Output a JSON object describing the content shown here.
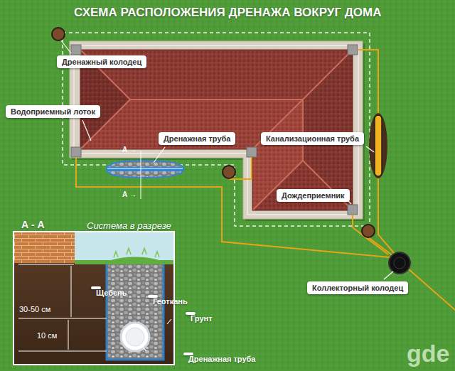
{
  "diagram": {
    "title": "СХЕМА РАСПОЛОЖЕНИЯ ДРЕНАЖА ВОКРУГ ДОМА",
    "nodes": [
      {
        "text": [
          "Дренажный колодец"
        ]
      },
      {
        "text": [
          "Водоприемный лоток"
        ]
      },
      {
        "text": [
          "Дренажная труба"
        ]
      },
      {
        "text": [
          "Канализационная труба"
        ]
      },
      {
        "text": [
          "Дождеприемник"
        ]
      },
      {
        "text": [
          "Коллекторный колодец"
        ]
      },
      {
        "text": [
          "А - А",
          "Система в разрезе"
        ]
      },
      {
        "text": [
          "Щебень"
        ],
        "in": 6
      },
      {
        "text": [
          "Геоткань"
        ],
        "in": 6
      },
      {
        "text": [
          "Грунт"
        ],
        "in": 6
      },
      {
        "text": [
          "Дренажная труба"
        ],
        "in": 6
      }
    ],
    "labels": [
      "А →",
      "А →",
      "30-50 см",
      "10 см",
      "gde"
    ]
  }
}
